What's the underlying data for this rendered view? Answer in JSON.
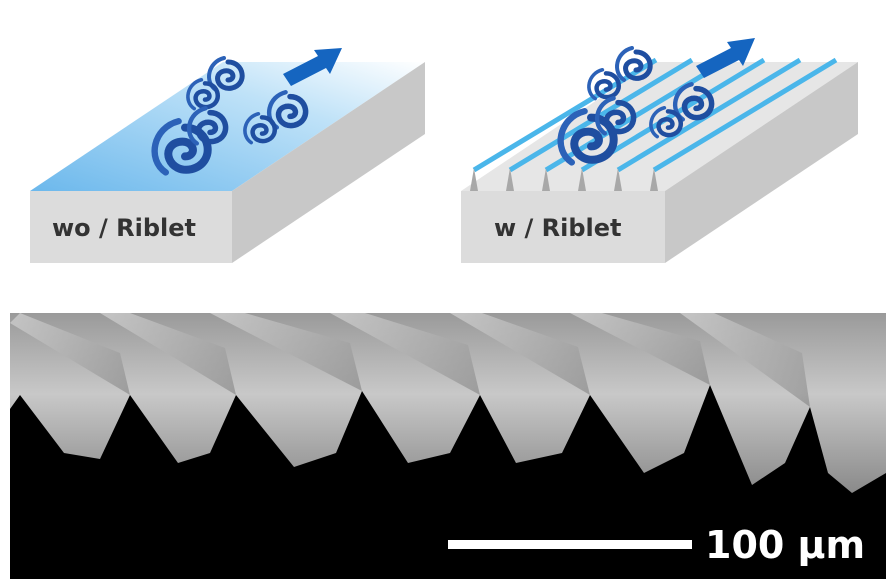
{
  "panels": {
    "without": {
      "label": "wo / Riblet"
    },
    "with": {
      "label": "w / Riblet"
    }
  },
  "sem": {
    "scale_label": "100 µm"
  },
  "colors": {
    "surface_blue": "#7fc3ef",
    "vortex_blue": "#1f4ea0",
    "arrow_blue": "#1565c0",
    "riblet_cyan": "#4ab6ea",
    "block_side": "#d9d9d9",
    "sem_background": "#000000"
  }
}
